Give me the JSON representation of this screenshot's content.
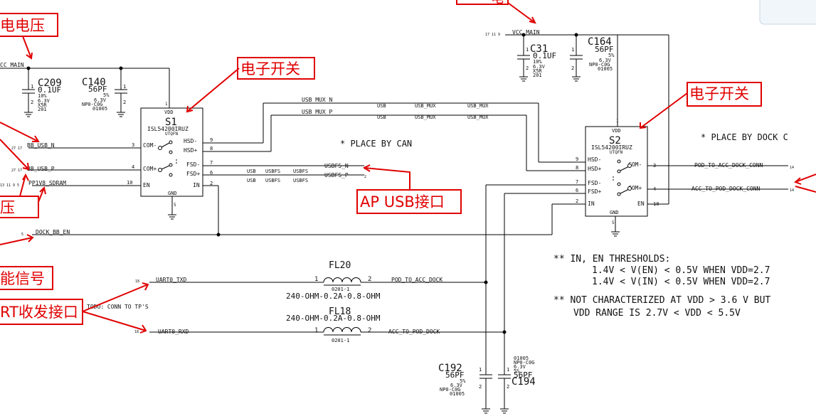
{
  "callouts": {
    "top_left_voltage": "电电压",
    "switch_s1": "电子开关",
    "switch_s2": "电子开关",
    "ap_usb": "AP USB接口",
    "left_voltage": "压",
    "enable_signal": "能信号",
    "uart": "RT收发接口",
    "top_cut": "电"
  },
  "s1": {
    "vdd": "VDD",
    "ref": "S1",
    "part": "ISL54200IRUZ",
    "pkg": "UTQFN",
    "com_minus": "COM-",
    "com_plus": "COM+",
    "en": "EN",
    "hsd_minus": "HSD-",
    "hsd_plus": "HSD+",
    "fsd_minus": "FSD-",
    "fsd_plus": "FSD+",
    "in": "IN",
    "gnd": "GND",
    "pin_com_minus": "3",
    "pin_com_plus": "4",
    "pin_en": "10",
    "pin_hsd_minus": "9",
    "pin_hsd_plus": "8",
    "pin_fsd_minus": "7",
    "pin_fsd_plus": "6",
    "pin_in": "2",
    "pin_vdd": "1",
    "pin_gnd": "5"
  },
  "s2": {
    "vdd": "VDD",
    "ref": "S2",
    "part": "ISL54200IRUZ",
    "pkg": "UTQFN",
    "hsd_minus": "HSD-",
    "hsd_plus": "HSD+",
    "fsd_minus": "FSD-",
    "fsd_plus": "FSD+",
    "com_minus": "COM-",
    "com_plus": "COM+",
    "in": "IN",
    "en": "EN",
    "gnd": "GND",
    "pin_hsd_minus": "9",
    "pin_hsd_plus": "8",
    "pin_fsd_minus": "7",
    "pin_fsd_plus": "6",
    "pin_in": "2",
    "pin_com_minus": "3",
    "pin_com_plus": "4",
    "pin_en": "10",
    "pin_vdd": "1",
    "pin_gnd": "5"
  },
  "caps": {
    "c209": {
      "ref": "C209",
      "val": "0.1UF",
      "l1": "10%",
      "l2": "6.3V",
      "l3": "X5R",
      "l4": "201"
    },
    "c140": {
      "ref": "C140",
      "val": "56PF",
      "l1": "5%",
      "l2": "6.3V",
      "l3": "NP0-C0G",
      "l4": "01005"
    },
    "c31": {
      "ref": "C31",
      "val": "0.1UF",
      "l1": "10%",
      "l2": "6.3V",
      "l3": "X5R",
      "l4": "201"
    },
    "c164": {
      "ref": "C164",
      "val": "56PF",
      "l1": "5%",
      "l2": "6.3V",
      "l3": "NP0-C0G",
      "l4": "01005"
    },
    "c192": {
      "ref": "C192",
      "val": "56PF",
      "l1": "5%",
      "l2": "6.3V",
      "l3": "NP0-C0G",
      "l4": "01005"
    },
    "c194": {
      "ref": "C194",
      "val": "56PF",
      "l1": "5%",
      "l2": "6.3V",
      "l3": "NP0-C0G",
      "l4": "01005"
    },
    "pin1": "1",
    "pin2": "2"
  },
  "inductors": {
    "fl20": {
      "ref": "FL20",
      "val": "240-OHM-0.2A-0.8-OHM",
      "pkg": "0201-1",
      "p1": "1",
      "p2": "2"
    },
    "fl18": {
      "ref": "FL18",
      "val": "240-OHM-0.2A-0.8-OHM",
      "pkg": "0201-1",
      "p1": "1",
      "p2": "2"
    }
  },
  "nets": {
    "acc_main": "CC_MAIN",
    "vcc_main": "VCC_MAIN",
    "vcc_main_ref": "17 11 9",
    "bb_usb_n": "BB_USB_N",
    "bb_usb_n_ref": "27 17",
    "bb_usb_p": "BB_USB_P",
    "bb_usb_p_ref": "27 17",
    "pp1v8_sdram": "PP1V8_SDRAM",
    "pp1v8_ref": "13 11 9 5",
    "dock_bb_en": "DOCK_BB_EN",
    "usb_mux_n": "USB_MUX_N",
    "usb_mux_p": "USB_MUX_P",
    "usbfs_n": "USBFS_N",
    "usbfs_p": "USBFS_P",
    "pod_to_acc_dock_conn": "POD_TO_ACC_DOCK_CONN",
    "acc_to_pod_dock_conn": "ACC_TO_POD_DOCK_CONN",
    "conn_ref": "14",
    "uart0_txd": "UART0_TXD",
    "uart0_txd_ref": "18",
    "uart0_rxd": "UART0_RXD",
    "uart0_rxd_ref": "18",
    "pod_to_acc_dock": "POD_TO_ACC_DOCK",
    "acc_to_pod_dock": "ACC_TO_POD_DOCK",
    "usb": "USB",
    "usb_mux": "USB_MUX",
    "usbfs": "USBFS",
    "small_2": "2",
    "small_5": "5"
  },
  "notes": {
    "place_by_can": "* PLACE BY CAN",
    "place_by_dock": "* PLACE BY DOCK C",
    "thresholds_title": "** IN, EN THRESHOLDS:",
    "threshold_en": "1.4V < V(EN) < 0.5V WHEN VDD=2.7",
    "threshold_in": "1.4V < V(IN) < 0.5V WHEN VDD=2.7",
    "not_char": "** NOT CHARACTERIZED AT VDD > 3.6 V BUT",
    "vdd_range": "VDD RANGE IS 2.7V < VDD < 5.5V",
    "todo": "TODO: CONN TO TP'S"
  }
}
